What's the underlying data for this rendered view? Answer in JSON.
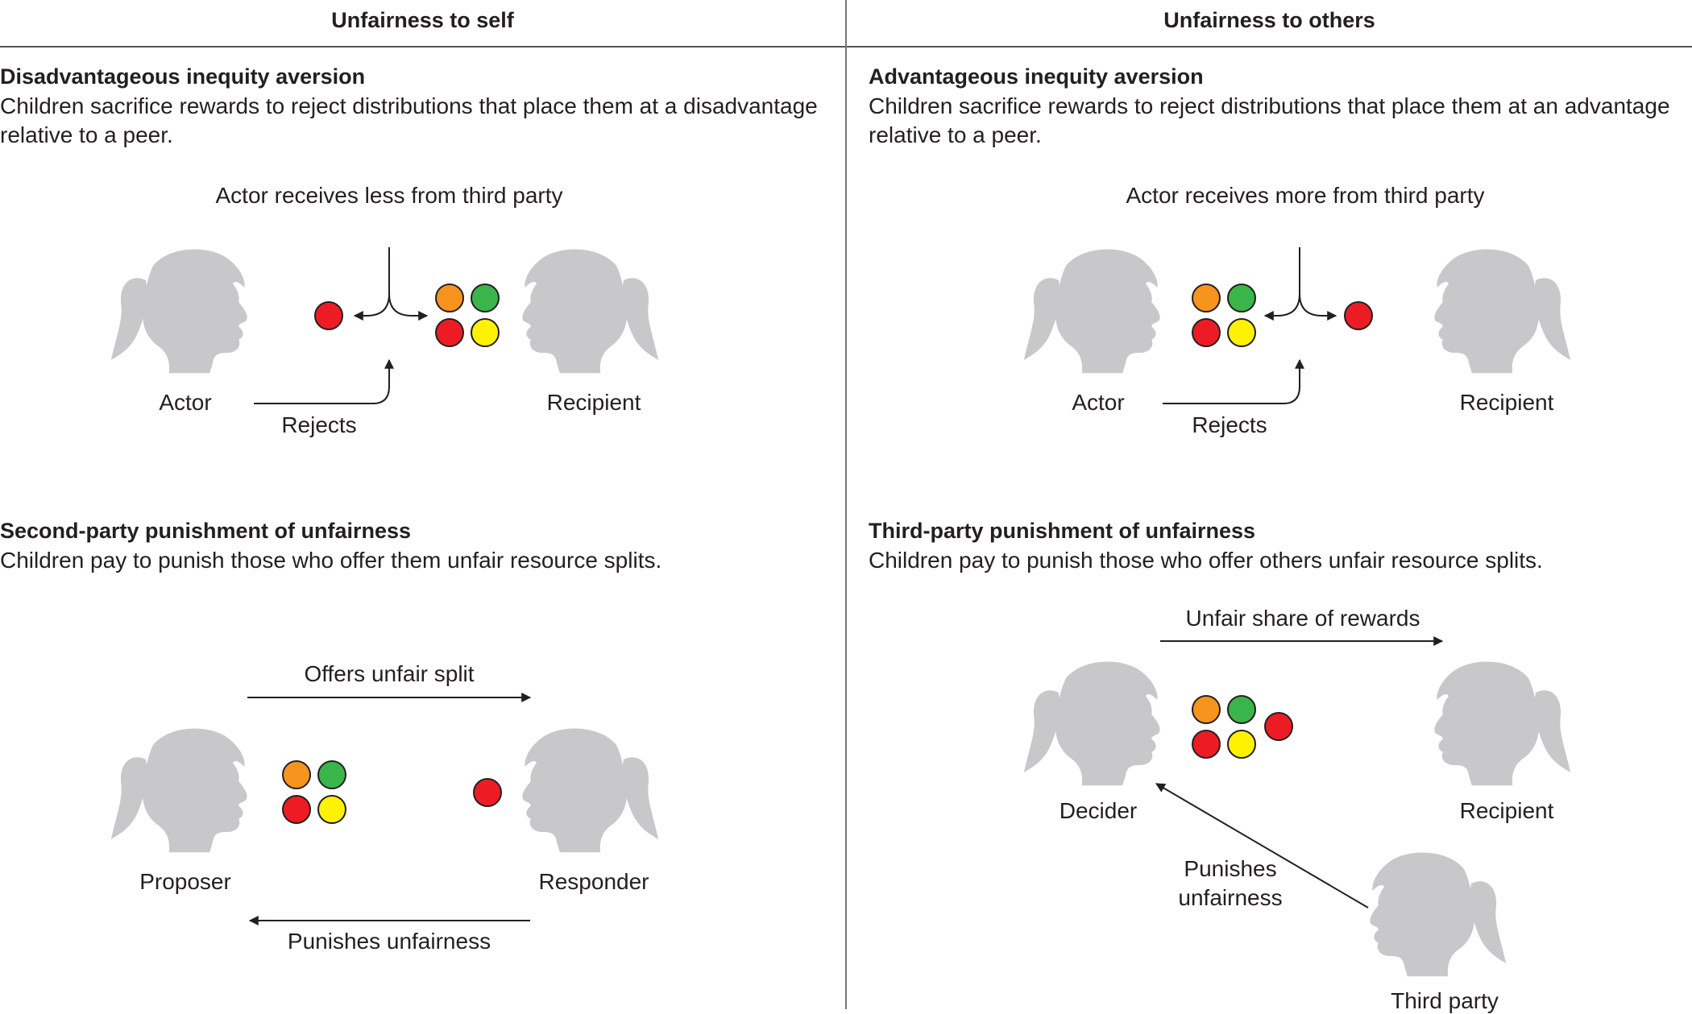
{
  "headers": {
    "left": "Unfairness to self",
    "right": "Unfairness to others"
  },
  "panels": {
    "disadvantageous": {
      "title": "Disadvantageous inequity aversion",
      "description": "Children sacrifice rewards to reject distributions that place them at a disadvantage relative to a peer.",
      "caption": "Actor receives less from third party",
      "actor_label": "Actor",
      "recipient_label": "Recipient",
      "rejects_label": "Rejects"
    },
    "advantageous": {
      "title": "Advantageous inequity aversion",
      "description": "Children sacrifice rewards to reject distributions that place them at an advantage relative to a peer.",
      "caption": "Actor receives more from third party",
      "actor_label": "Actor",
      "recipient_label": "Recipient",
      "rejects_label": "Rejects"
    },
    "second_party": {
      "title": "Second-party punishment of unfairness",
      "description": "Children pay to punish those who offer them unfair resource splits.",
      "offer_label": "Offers unfair split",
      "proposer_label": "Proposer",
      "responder_label": "Responder",
      "punish_label": "Punishes unfairness"
    },
    "third_party": {
      "title": "Third-party punishment of unfairness",
      "description": "Children pay to punish those who offer others unfair resource splits.",
      "share_label": "Unfair share of rewards",
      "decider_label": "Decider",
      "recipient_label": "Recipient",
      "punish_label_line1": "Punishes",
      "punish_label_line2": "unfairness",
      "third_party_label": "Third party"
    }
  },
  "colors": {
    "silhouette": "#c8c8ca",
    "orange": "#f7941d",
    "green": "#39b54a",
    "red": "#ed1c24",
    "yellow": "#fff200",
    "line": "#231f20"
  }
}
